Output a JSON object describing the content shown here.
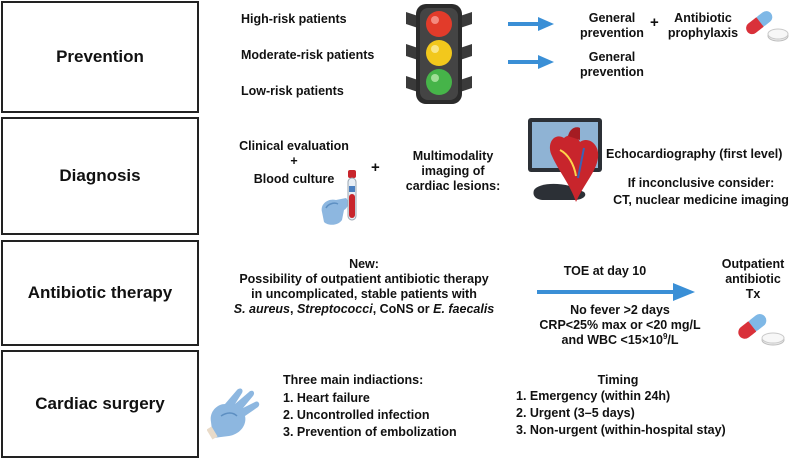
{
  "sections": {
    "prevention": "Prevention",
    "diagnosis": "Diagnosis",
    "antibiotic": "Antibiotic therapy",
    "surgery": "Cardiac surgery"
  },
  "prevention": {
    "high_risk": "High-risk patients",
    "moderate_risk": "Moderate-risk patients",
    "low_risk": "Low-risk patients",
    "general_prev_1a": "General",
    "general_prev_1b": "prevention",
    "plus": "+",
    "antibiotic_proph_a": "Antibiotic",
    "antibiotic_proph_b": "prophylaxis",
    "general_prev_2a": "General",
    "general_prev_2b": "prevention"
  },
  "diagnosis": {
    "clinical_eval": "Clinical evaluation",
    "plus_1": "+",
    "blood_culture": "Blood culture",
    "plus_2": "+",
    "multimodality_1": "Multimodality",
    "multimodality_2": "imaging of",
    "multimodality_3": "cardiac lesions:",
    "echo": "Echocardiography (first level)",
    "inconclusive": "If inconclusive consider:",
    "ct": "CT, nuclear medicine imaging"
  },
  "antibiotic": {
    "new": "New:",
    "line1": "Possibility of outpatient antibiotic therapy",
    "line2": "in uncomplicated, stable patients with",
    "organisms": [
      "S. aureus",
      ", ",
      "Streptococci",
      ", CoNS or ",
      "E. faecalis"
    ],
    "toe": "TOE at day 10",
    "no_fever": "No fever >2 days",
    "crp": "CRP<25% max or <20 mg/L",
    "wbc_prefix": "and WBC <15×10",
    "wbc_sup": "9",
    "wbc_suffix": "/L",
    "outpatient_1": "Outpatient",
    "outpatient_2": "antibiotic",
    "outpatient_3": "Tx"
  },
  "surgery": {
    "indications_title": "Three main indiactions:",
    "indications": [
      "1.   Heart failure",
      "2.  Uncontrolled infection",
      "3.  Prevention of embolization"
    ],
    "timing_title": "Timing",
    "timing": [
      "1.   Emergency (within 24h)",
      "2.   Urgent (3–5 days)",
      "3.   Non-urgent (within-hospital stay)"
    ]
  },
  "colors": {
    "arrow": "#3a8fd6",
    "red_light": "#e23b2a",
    "yellow_light": "#f2c81c",
    "green_light": "#46b449",
    "pill_red": "#d9313a",
    "pill_blue": "#7fb8e6",
    "heart": "#c8252c",
    "glove": "#8db7e0"
  },
  "icons": [
    "traffic-light-icon",
    "pill-icon",
    "blood-tube-icon",
    "monitor-heart-icon",
    "gloved-hand-icon"
  ]
}
